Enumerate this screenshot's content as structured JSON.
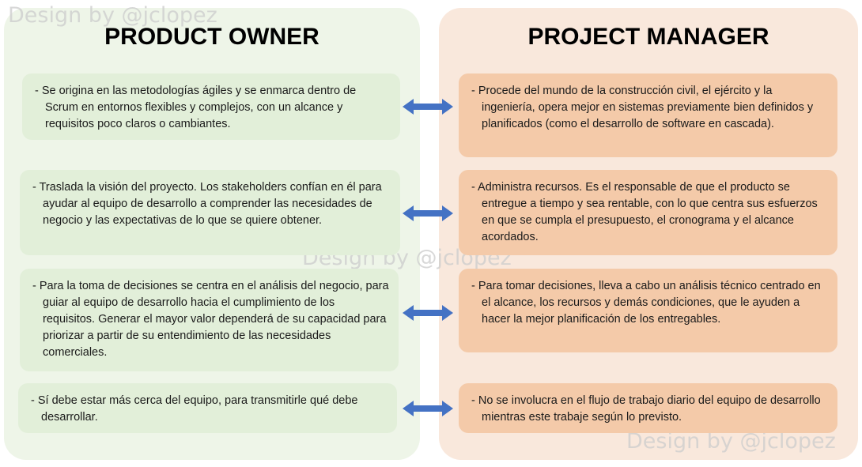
{
  "watermark": "Design by @jclopez",
  "product_owner": {
    "title": "PRODUCT OWNER",
    "items": [
      "- Se origina en las metodologías ágiles y se enmarca dentro de Scrum en entornos flexibles y complejos, con un alcance y requisitos poco claros o cambiantes.",
      "- Traslada la visión del proyecto. Los stakeholders confían en él para ayudar al equipo de desarrollo a comprender las necesidades de negocio y las expectativas de lo que se quiere obtener.",
      "- Para la toma de decisiones se centra en el análisis del negocio, para guiar al equipo de desarrollo hacia el cumplimiento de los requisitos. Generar el mayor valor dependerá de su capacidad para priorizar a partir de su entendimiento de las necesidades comerciales.",
      "- Sí debe estar más cerca del equipo, para transmitirle qué debe desarrollar."
    ]
  },
  "project_manager": {
    "title": "PROJECT MANAGER",
    "items": [
      "- Procede del mundo de la construcción civil, el ejército y la ingeniería, opera mejor en sistemas previamente bien definidos y planificados (como el desarrollo de software en cascada).",
      "- Administra recursos. Es el responsable de que el producto se entregue a tiempo y sea rentable, con lo que centra sus esfuerzos en que se cumpla el presupuesto, el cronograma y el alcance acordados.",
      "- Para tomar decisiones, lleva a cabo un análisis técnico centrado en el alcance, los recursos y demás condiciones, que le ayuden a hacer la mejor planificación de los entregables.",
      "- No se involucra en el flujo de trabajo diario del equipo de desarrollo mientras este trabaje según lo previsto."
    ]
  },
  "colors": {
    "left_panel": "#eef5e8",
    "left_card": "#e2efd9",
    "right_panel": "#f9e8dc",
    "right_card": "#f4caa9",
    "arrow": "#4472c4"
  }
}
